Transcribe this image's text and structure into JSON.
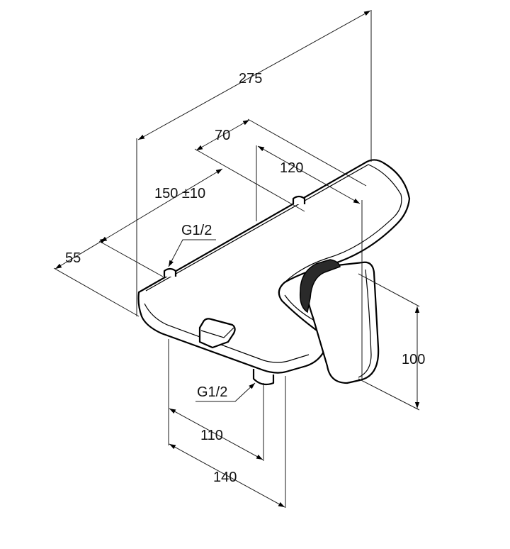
{
  "dimensions": {
    "width_275": "275",
    "depth_70": "70",
    "depth_120": "120",
    "distance_150": "150 ±10",
    "offset_55": "55",
    "thread_top": "G1/2",
    "thread_bottom": "G1/2",
    "height_100": "100",
    "spout_110": "110",
    "spout_140": "140"
  },
  "colors": {
    "line": "#000000",
    "background": "#ffffff"
  }
}
